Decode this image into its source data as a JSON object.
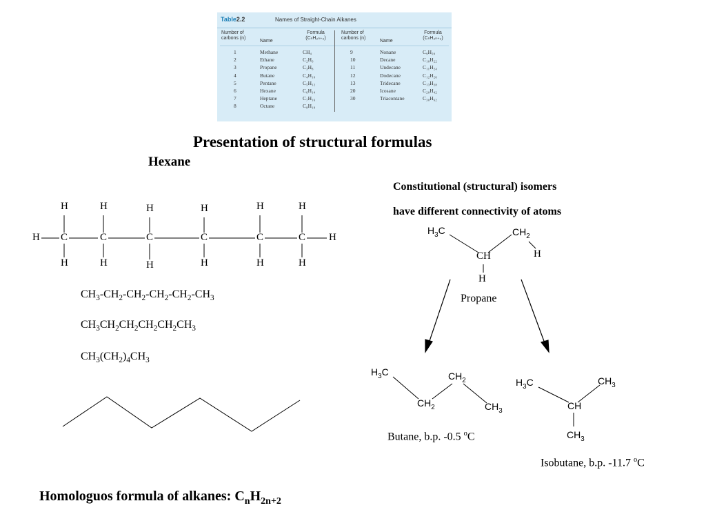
{
  "table": {
    "label_prefix": "Table",
    "label_num": "2.2",
    "title": "Names of Straight-Chain Alkanes",
    "col_headers": {
      "carbons": "Number of carbons (n)",
      "name": "Name",
      "formula": "Formula (CₙH₂ₙ₊₂)"
    },
    "rows_left": [
      {
        "n": "1",
        "name": "Methane",
        "formula": "CH₄"
      },
      {
        "n": "2",
        "name": "Ethane",
        "formula": "C₂H₆"
      },
      {
        "n": "3",
        "name": "Propane",
        "formula": "C₃H₈"
      },
      {
        "n": "4",
        "name": "Butane",
        "formula": "C₄H₁₀"
      },
      {
        "n": "5",
        "name": "Pentane",
        "formula": "C₅H₁₂"
      },
      {
        "n": "6",
        "name": "Hexane",
        "formula": "C₆H₁₄"
      },
      {
        "n": "7",
        "name": "Heptane",
        "formula": "C₇H₁₆"
      },
      {
        "n": "8",
        "name": "Octane",
        "formula": "C₈H₁₈"
      }
    ],
    "rows_right": [
      {
        "n": "9",
        "name": "Nonane",
        "formula": "C₉H₂₀"
      },
      {
        "n": "10",
        "name": "Decane",
        "formula": "C₁₀H₂₂"
      },
      {
        "n": "11",
        "name": "Undecane",
        "formula": "C₁₁H₂₄"
      },
      {
        "n": "12",
        "name": "Dodecane",
        "formula": "C₁₂H₂₆"
      },
      {
        "n": "13",
        "name": "Tridecane",
        "formula": "C₁₃H₂₈"
      },
      {
        "n": "20",
        "name": "Icosane",
        "formula": "C₂₀H₄₂"
      },
      {
        "n": "30",
        "name": "Triacontane",
        "formula": "C₃₀H₆₂"
      }
    ]
  },
  "heading": "Presentation of structural formulas",
  "hexane": {
    "label": "Hexane",
    "atom_c": "C",
    "atom_h": "H",
    "condensed_1": "CH3-CH2-CH2-CH2-CH2-CH3",
    "condensed_2": "CH3CH2CH2CH2CH2CH3",
    "condensed_3": "CH3(CH2)4CH3"
  },
  "isomers": {
    "line1": "Constitutional (structural) isomers",
    "line2": "have different connectivity of atoms",
    "propane": {
      "h3c": "H3C",
      "ch2": "CH2",
      "ch": "CH",
      "h_right": "H",
      "h_bottom": "H",
      "name": "Propane"
    },
    "butane": {
      "h3c": "H3C",
      "ch2_top": "CH2",
      "ch2_bottom": "CH2",
      "ch3": "CH3",
      "caption": "Butane, b.p. -0.5 oC"
    },
    "isobutane": {
      "h3c": "H3C",
      "ch3_top": "CH3",
      "ch": "CH",
      "ch3_bottom": "CH3",
      "caption": "Isobutane, b.p. -11.7 oC"
    }
  },
  "homologous": {
    "text": "Homologuos formula of alkanes: ",
    "formula": "CnH2n+2"
  }
}
